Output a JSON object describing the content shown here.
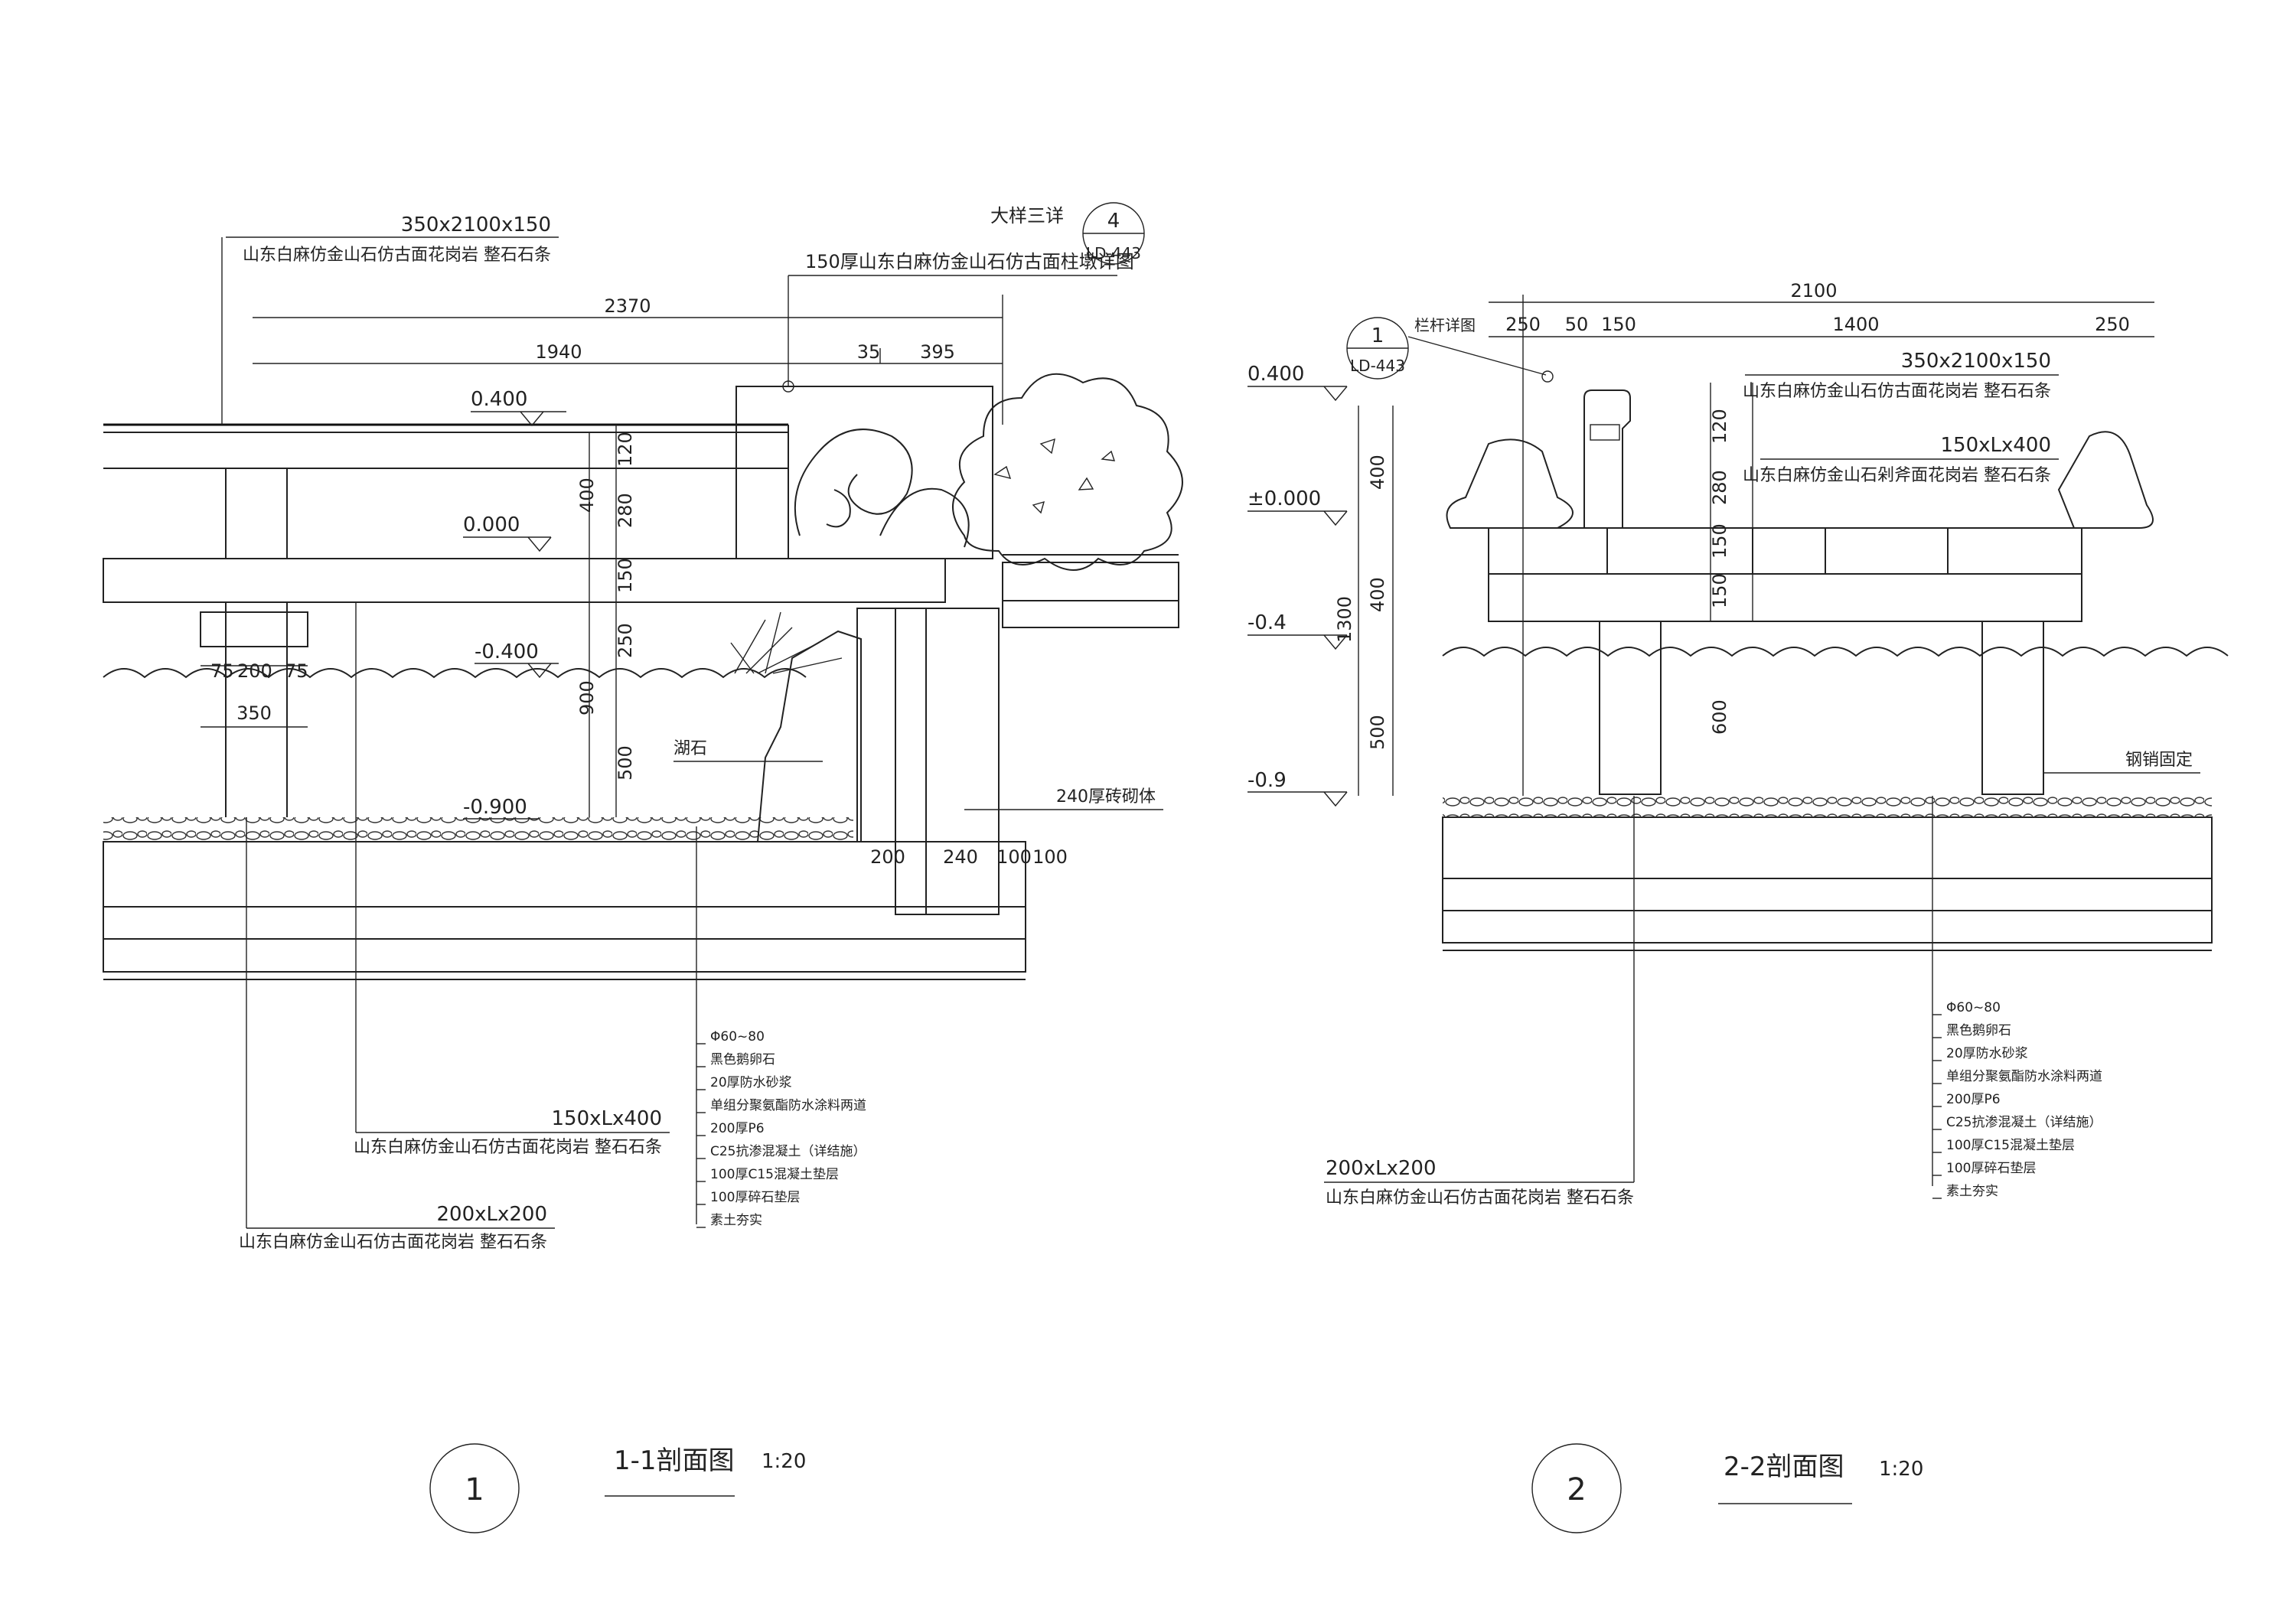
{
  "section1": {
    "dims": {
      "d2370": "2370",
      "d1940": "1940",
      "d35": "35",
      "d395": "395",
      "d75a": "75",
      "d200": "200",
      "d75b": "75",
      "d350": "350",
      "v120": "120",
      "v280": "280",
      "v400": "400",
      "v150": "150",
      "v250": "250",
      "v500": "500",
      "v900": "900",
      "b200": "200",
      "b240": "240",
      "b100a": "100",
      "b100b": "100"
    },
    "levels": {
      "l1": "0.400",
      "l2": "0.000",
      "l3": "-0.400",
      "l4": "-0.900"
    },
    "notes": {
      "top_size": "350x2100x150",
      "top_desc": "山东白麻仿金山石仿古面花岗岩  整石石条",
      "detail_ref": "大样三详",
      "detail_desc": "150厚山东白麻仿金山石仿古面柱墩详图",
      "detail_num": "4",
      "detail_sheet": "LD-443",
      "lake_stone": "湖石",
      "brick": "240厚砖砌体",
      "mid_size": "150xLx400",
      "mid_desc": "山东白麻仿金山石仿古面花岗岩  整石石条",
      "low_size": "200xLx200",
      "low_desc": "山东白麻仿金山石仿古面花岗岩  整石石条"
    },
    "layers": [
      "Φ60~80",
      "黑色鹅卵石",
      "20厚防水砂浆",
      "单组分聚氨酯防水涂料两道",
      "200厚P6",
      "C25抗渗混凝土（详结施）",
      "100厚C15混凝土垫层",
      "100厚碎石垫层",
      "素土夯实"
    ],
    "title_num": "1",
    "title": "1-1剖面图",
    "scale": "1:20"
  },
  "section2": {
    "dims": {
      "d2100": "2100",
      "d250a": "250",
      "d50": "50",
      "d150": "150",
      "d1400": "1400",
      "d250b": "250",
      "v120": "120",
      "v280": "280",
      "v150a": "150",
      "v150b": "150",
      "v600": "600",
      "v400a": "400",
      "v400b": "400",
      "v500": "500",
      "v1300": "1300"
    },
    "levels": {
      "l1": "0.400",
      "l2": "±0.000",
      "l3": "-0.4",
      "l4": "-0.9"
    },
    "notes": {
      "rail_ref": "栏杆详图",
      "rail_num": "1",
      "rail_sheet": "LD-443",
      "top_size": "350x2100x150",
      "top_desc": "山东白麻仿金山石仿古面花岗岩  整石石条",
      "mid_size": "150xLx400",
      "mid_desc": "山东白麻仿金山石剁斧面花岗岩  整石石条",
      "pin": "钢销固定",
      "low_size": "200xLx200",
      "low_desc": "山东白麻仿金山石仿古面花岗岩  整石石条"
    },
    "layers": [
      "Φ60~80",
      "黑色鹅卵石",
      "20厚防水砂浆",
      "单组分聚氨酯防水涂料两道",
      "200厚P6",
      "C25抗渗混凝土（详结施）",
      "100厚C15混凝土垫层",
      "100厚碎石垫层",
      "素土夯实"
    ],
    "title_num": "2",
    "title": "2-2剖面图",
    "scale": "1:20"
  }
}
